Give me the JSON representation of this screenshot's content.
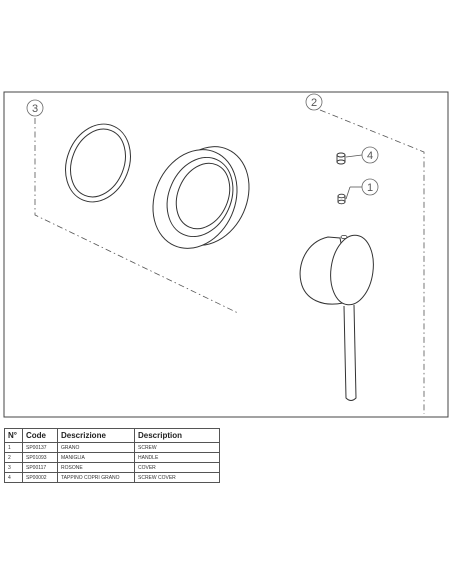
{
  "callouts": [
    "1",
    "2",
    "3",
    "4"
  ],
  "table": {
    "headers": [
      "N°",
      "Code",
      "Descrizione",
      "Description"
    ],
    "rows": [
      [
        "1",
        "SP00137",
        "GRANO",
        "SCREW"
      ],
      [
        "2",
        "SP01093",
        "MANIGLIA",
        "HANDLE"
      ],
      [
        "3",
        "SP00117",
        "ROSONE",
        "COVER"
      ],
      [
        "4",
        "SP00002",
        "TAPPINO COPRI GRANO",
        "SCREW COVER"
      ]
    ]
  }
}
